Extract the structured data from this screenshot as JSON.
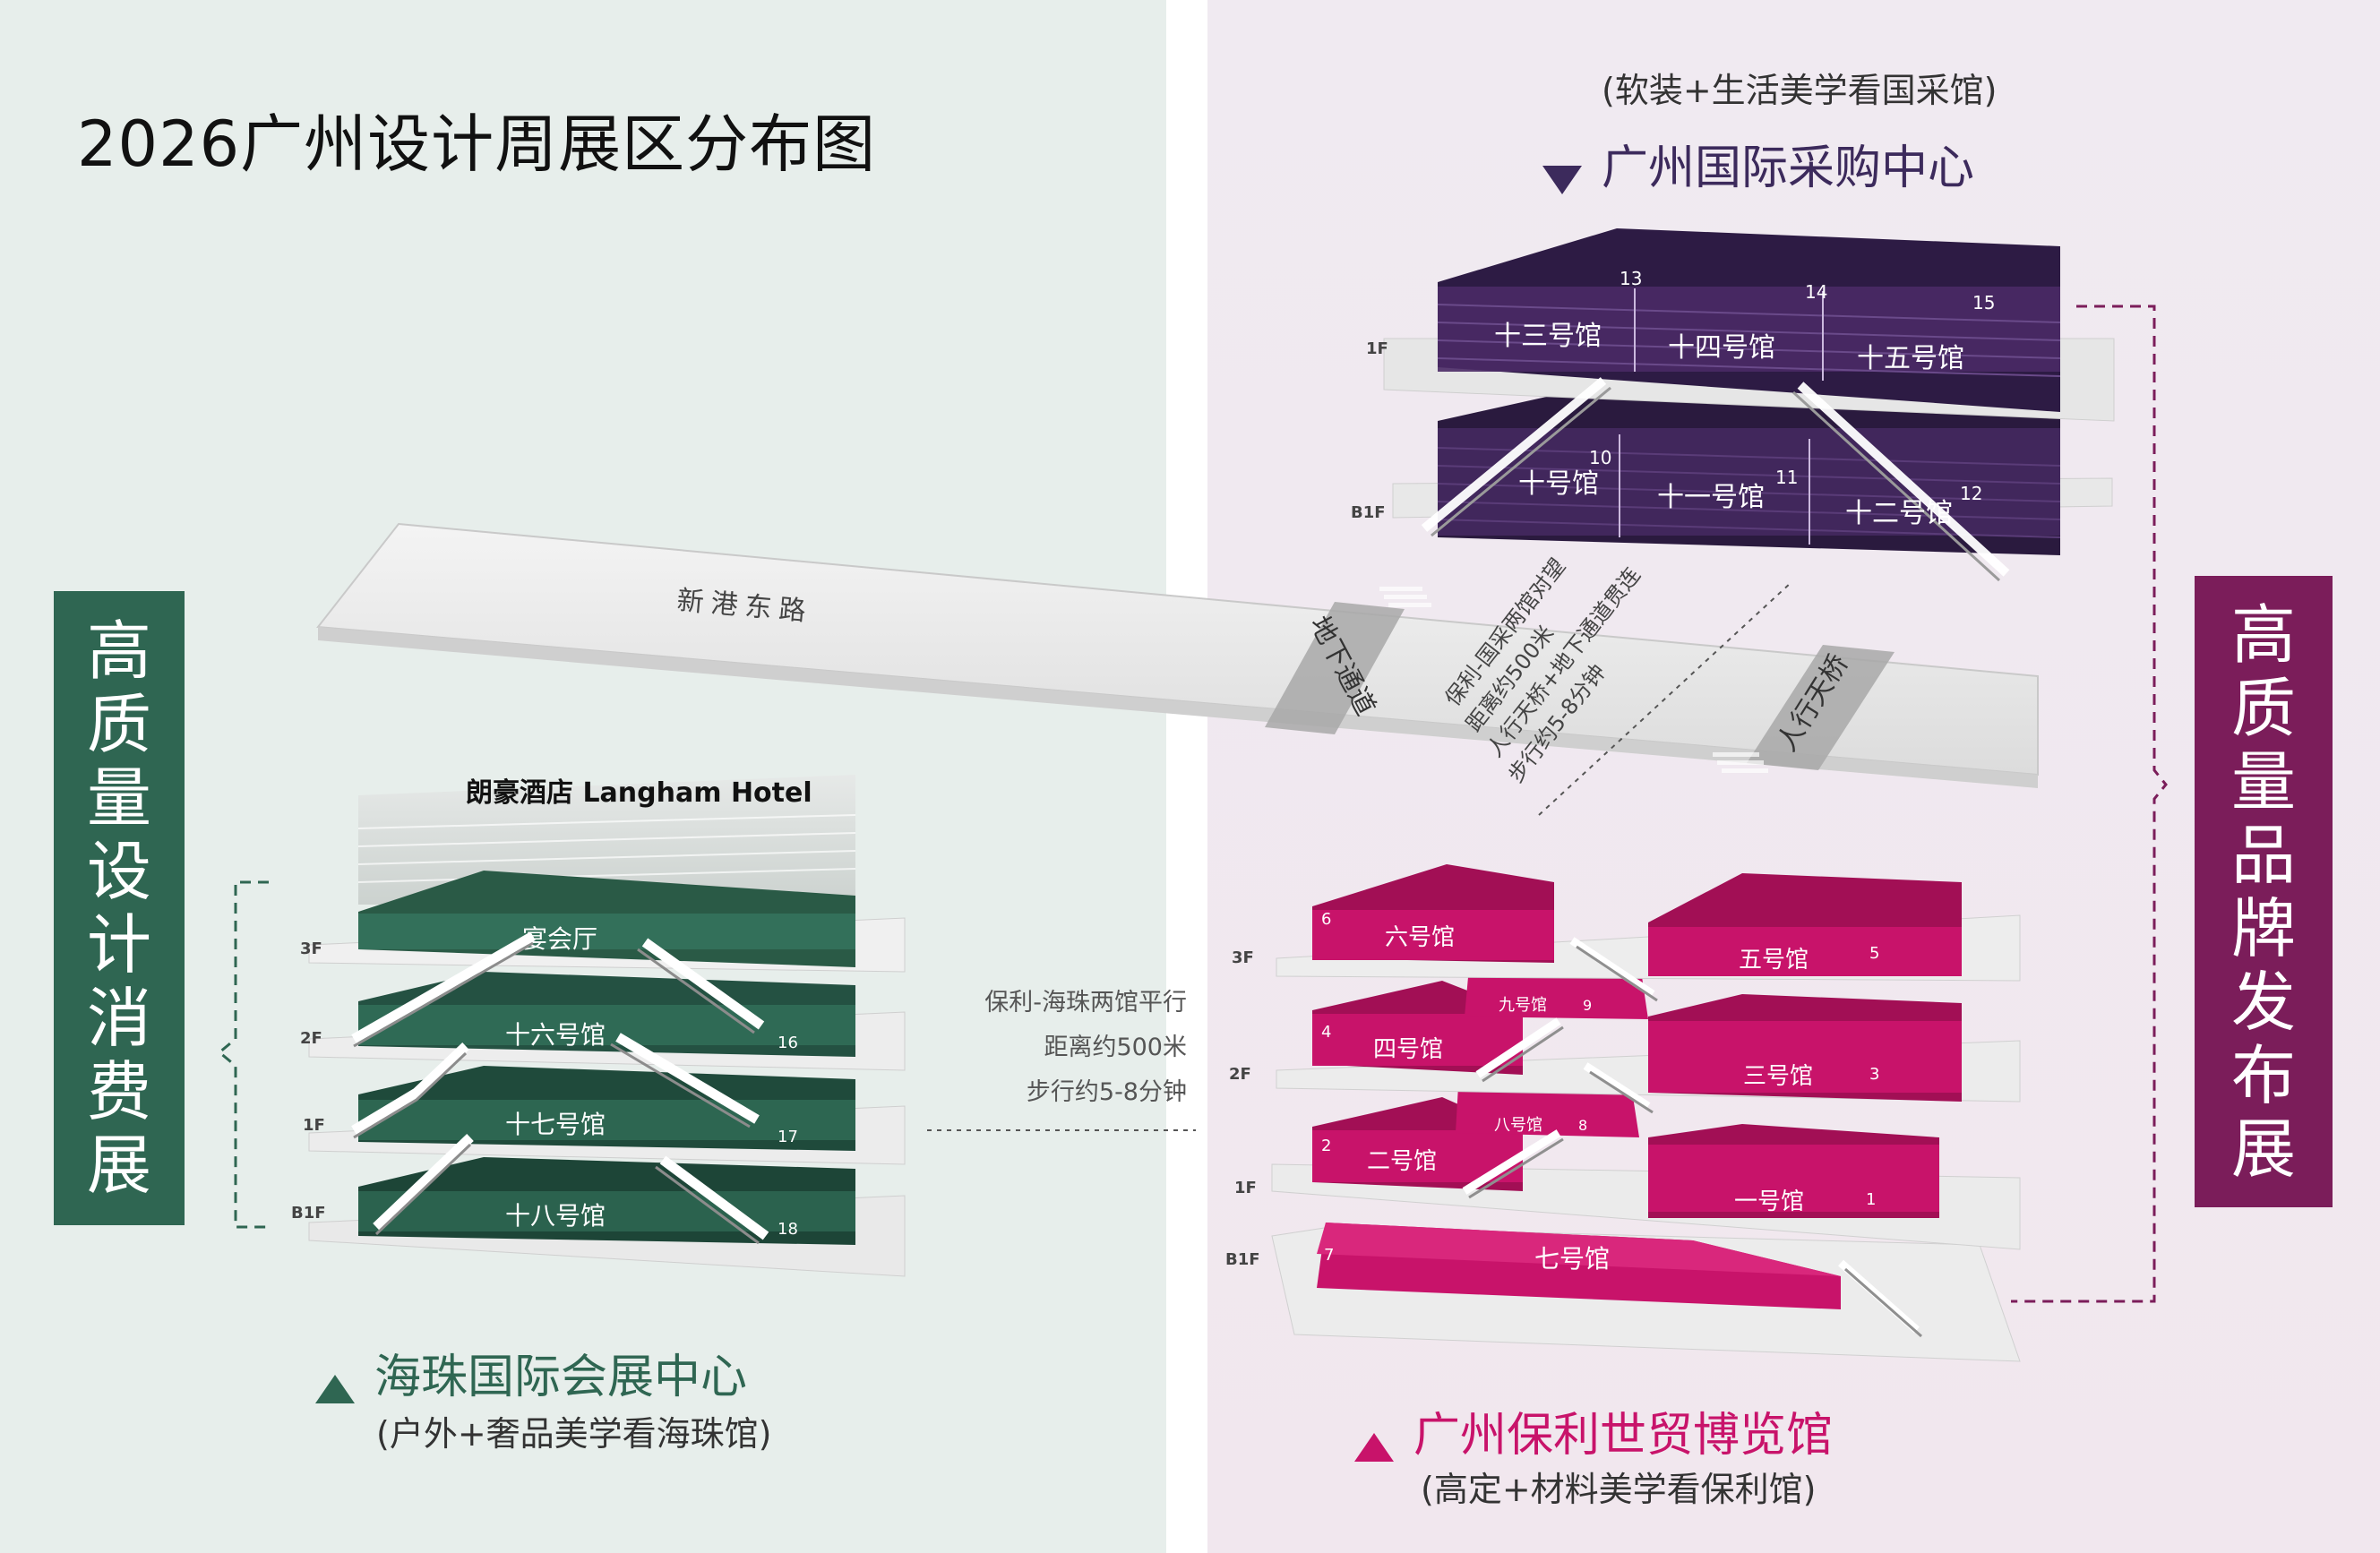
{
  "title": "2026广州设计周展区分布图",
  "banners": {
    "left": "高质量设计消费展",
    "right": "高质量品牌发布展"
  },
  "venues": {
    "gicpc": {
      "name": "广州国际采购中心",
      "sub": "(软装+生活美学看国采馆)"
    },
    "haizhu": {
      "name": "海珠国际会展中心",
      "sub": "(户外+奢品美学看海珠馆)"
    },
    "poly": {
      "name": "广州保利世贸博览馆",
      "sub": "(高定+材料美学看保利馆)"
    }
  },
  "notes": {
    "poly_haizhu": [
      "保利-海珠两馆平行",
      "距离约500米",
      "步行约5-8分钟"
    ],
    "poly_gicpc": [
      "保利-国采两馆对望",
      "距离约500米",
      "人行天桥+地下通道贯连",
      "步行约5-8分钟"
    ]
  },
  "road": {
    "name": "新港东路",
    "underpass": "地下通道",
    "bridge": "人行天桥"
  },
  "floors": {
    "f3": "3F",
    "f2": "2F",
    "f1": "1F",
    "b1": "B1F"
  },
  "gicpc_halls": {
    "h13": {
      "name": "十三号馆",
      "num": "13"
    },
    "h14": {
      "name": "十四号馆",
      "num": "14"
    },
    "h15": {
      "name": "十五号馆",
      "num": "15"
    },
    "h10": {
      "name": "十号馆",
      "num": "10"
    },
    "h11": {
      "name": "十一号馆",
      "num": "11"
    },
    "h12": {
      "name": "十二号馆",
      "num": "12"
    }
  },
  "haizhu_halls": {
    "hotel": "朗豪酒店 Langham Hotel",
    "banquet": "宴会厅",
    "h16": {
      "name": "十六号馆",
      "num": "16"
    },
    "h17": {
      "name": "十七号馆",
      "num": "17"
    },
    "h18": {
      "name": "十八号馆",
      "num": "18"
    }
  },
  "poly_halls": {
    "h6": {
      "name": "六号馆",
      "num": "6"
    },
    "h5": {
      "name": "五号馆",
      "num": "5"
    },
    "h9": {
      "name": "九号馆",
      "num": "9"
    },
    "h4": {
      "name": "四号馆",
      "num": "4"
    },
    "h3": {
      "name": "三号馆",
      "num": "3"
    },
    "h8": {
      "name": "八号馆",
      "num": "8"
    },
    "h2": {
      "name": "二号馆",
      "num": "2"
    },
    "h1": {
      "name": "一号馆",
      "num": "1"
    },
    "h7": {
      "name": "七号馆",
      "num": "7"
    }
  },
  "colors": {
    "purple": "#3e2657",
    "green": "#2f6652",
    "pink": "#c8136a",
    "banner_right": "#7b1d5a"
  }
}
